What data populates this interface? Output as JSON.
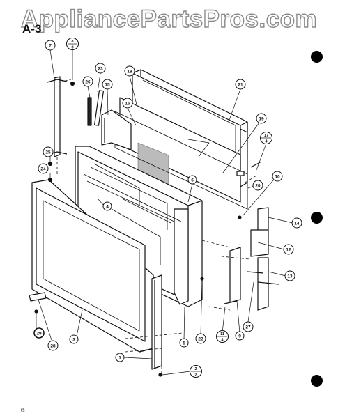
{
  "watermark": "AppliancePartsPros.com",
  "section_label": "A-3",
  "page_number": "6",
  "callouts": [
    {
      "id": "c7",
      "text": "7"
    },
    {
      "id": "c8",
      "top": "8",
      "bottom": "3"
    },
    {
      "id": "c23",
      "text": "23"
    },
    {
      "id": "c18",
      "text": "18"
    },
    {
      "id": "c21",
      "text": "21"
    },
    {
      "id": "c26",
      "text": "26"
    },
    {
      "id": "c15",
      "text": "15"
    },
    {
      "id": "c16",
      "text": "16"
    },
    {
      "id": "c19",
      "text": "19"
    },
    {
      "id": "c17",
      "top": "17",
      "bottom": "4"
    },
    {
      "id": "c25",
      "text": "25"
    },
    {
      "id": "c24",
      "text": "24"
    },
    {
      "id": "c6",
      "text": "6"
    },
    {
      "id": "c10",
      "text": "10"
    },
    {
      "id": "c20",
      "text": "20"
    },
    {
      "id": "c4",
      "text": "4"
    },
    {
      "id": "c14",
      "text": "14"
    },
    {
      "id": "c12",
      "text": "12"
    },
    {
      "id": "c13",
      "text": "13"
    },
    {
      "id": "c27",
      "text": "27"
    },
    {
      "id": "c11",
      "top": "11",
      "bottom": "4"
    },
    {
      "id": "c9",
      "text": "9"
    },
    {
      "id": "c22",
      "text": "22"
    },
    {
      "id": "c5",
      "text": "5"
    },
    {
      "id": "c29",
      "text": "29"
    },
    {
      "id": "c28",
      "text": "28"
    },
    {
      "id": "c3",
      "text": "3"
    },
    {
      "id": "c1",
      "text": "1"
    },
    {
      "id": "c2",
      "top": "2",
      "bottom": "2"
    }
  ]
}
